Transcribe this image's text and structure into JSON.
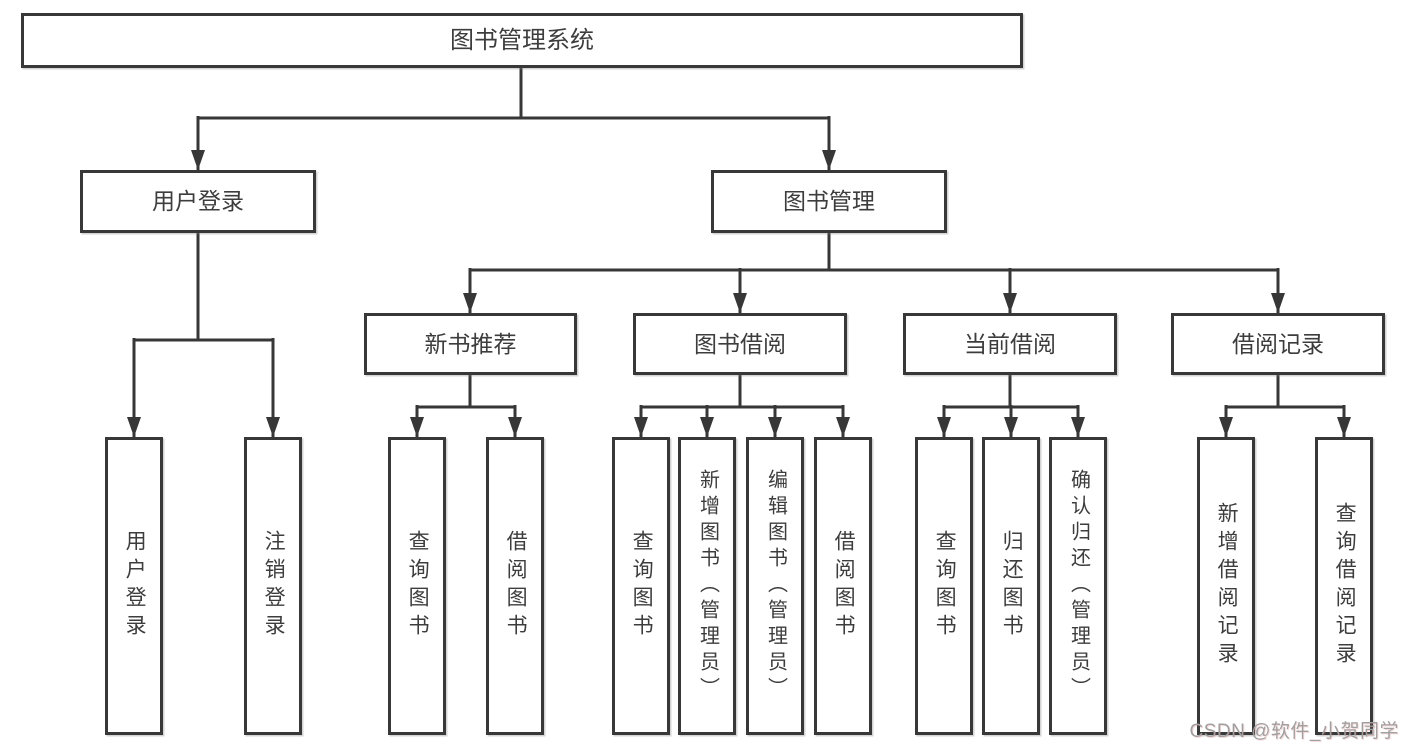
{
  "diagram": {
    "title": "图书管理系统",
    "branches": [
      {
        "label": "用户登录",
        "children": [
          {
            "label": "用户登录"
          },
          {
            "label": "注销登录"
          }
        ]
      },
      {
        "label": "图书管理",
        "children": [
          {
            "label": "新书推荐",
            "children": [
              {
                "label": "查询图书"
              },
              {
                "label": "借阅图书"
              }
            ]
          },
          {
            "label": "图书借阅",
            "children": [
              {
                "label": "查询图书"
              },
              {
                "label": "新增图书（管理员）"
              },
              {
                "label": "编辑图书（管理员）"
              },
              {
                "label": "借阅图书"
              }
            ]
          },
          {
            "label": "当前借阅",
            "children": [
              {
                "label": "查询图书"
              },
              {
                "label": "归还图书"
              },
              {
                "label": "确认归还（管理员）"
              }
            ]
          },
          {
            "label": "借阅记录",
            "children": [
              {
                "label": "新增借阅记录"
              },
              {
                "label": "查询借阅记录"
              }
            ]
          }
        ]
      }
    ]
  },
  "watermark": {
    "text": "CSDN @软件_小贺同学"
  },
  "colors": {
    "line": "#373737",
    "box_border": "#383838",
    "text": "#3d3d3d",
    "background": "#ffffff",
    "watermark_text": "#a0a0a0"
  }
}
